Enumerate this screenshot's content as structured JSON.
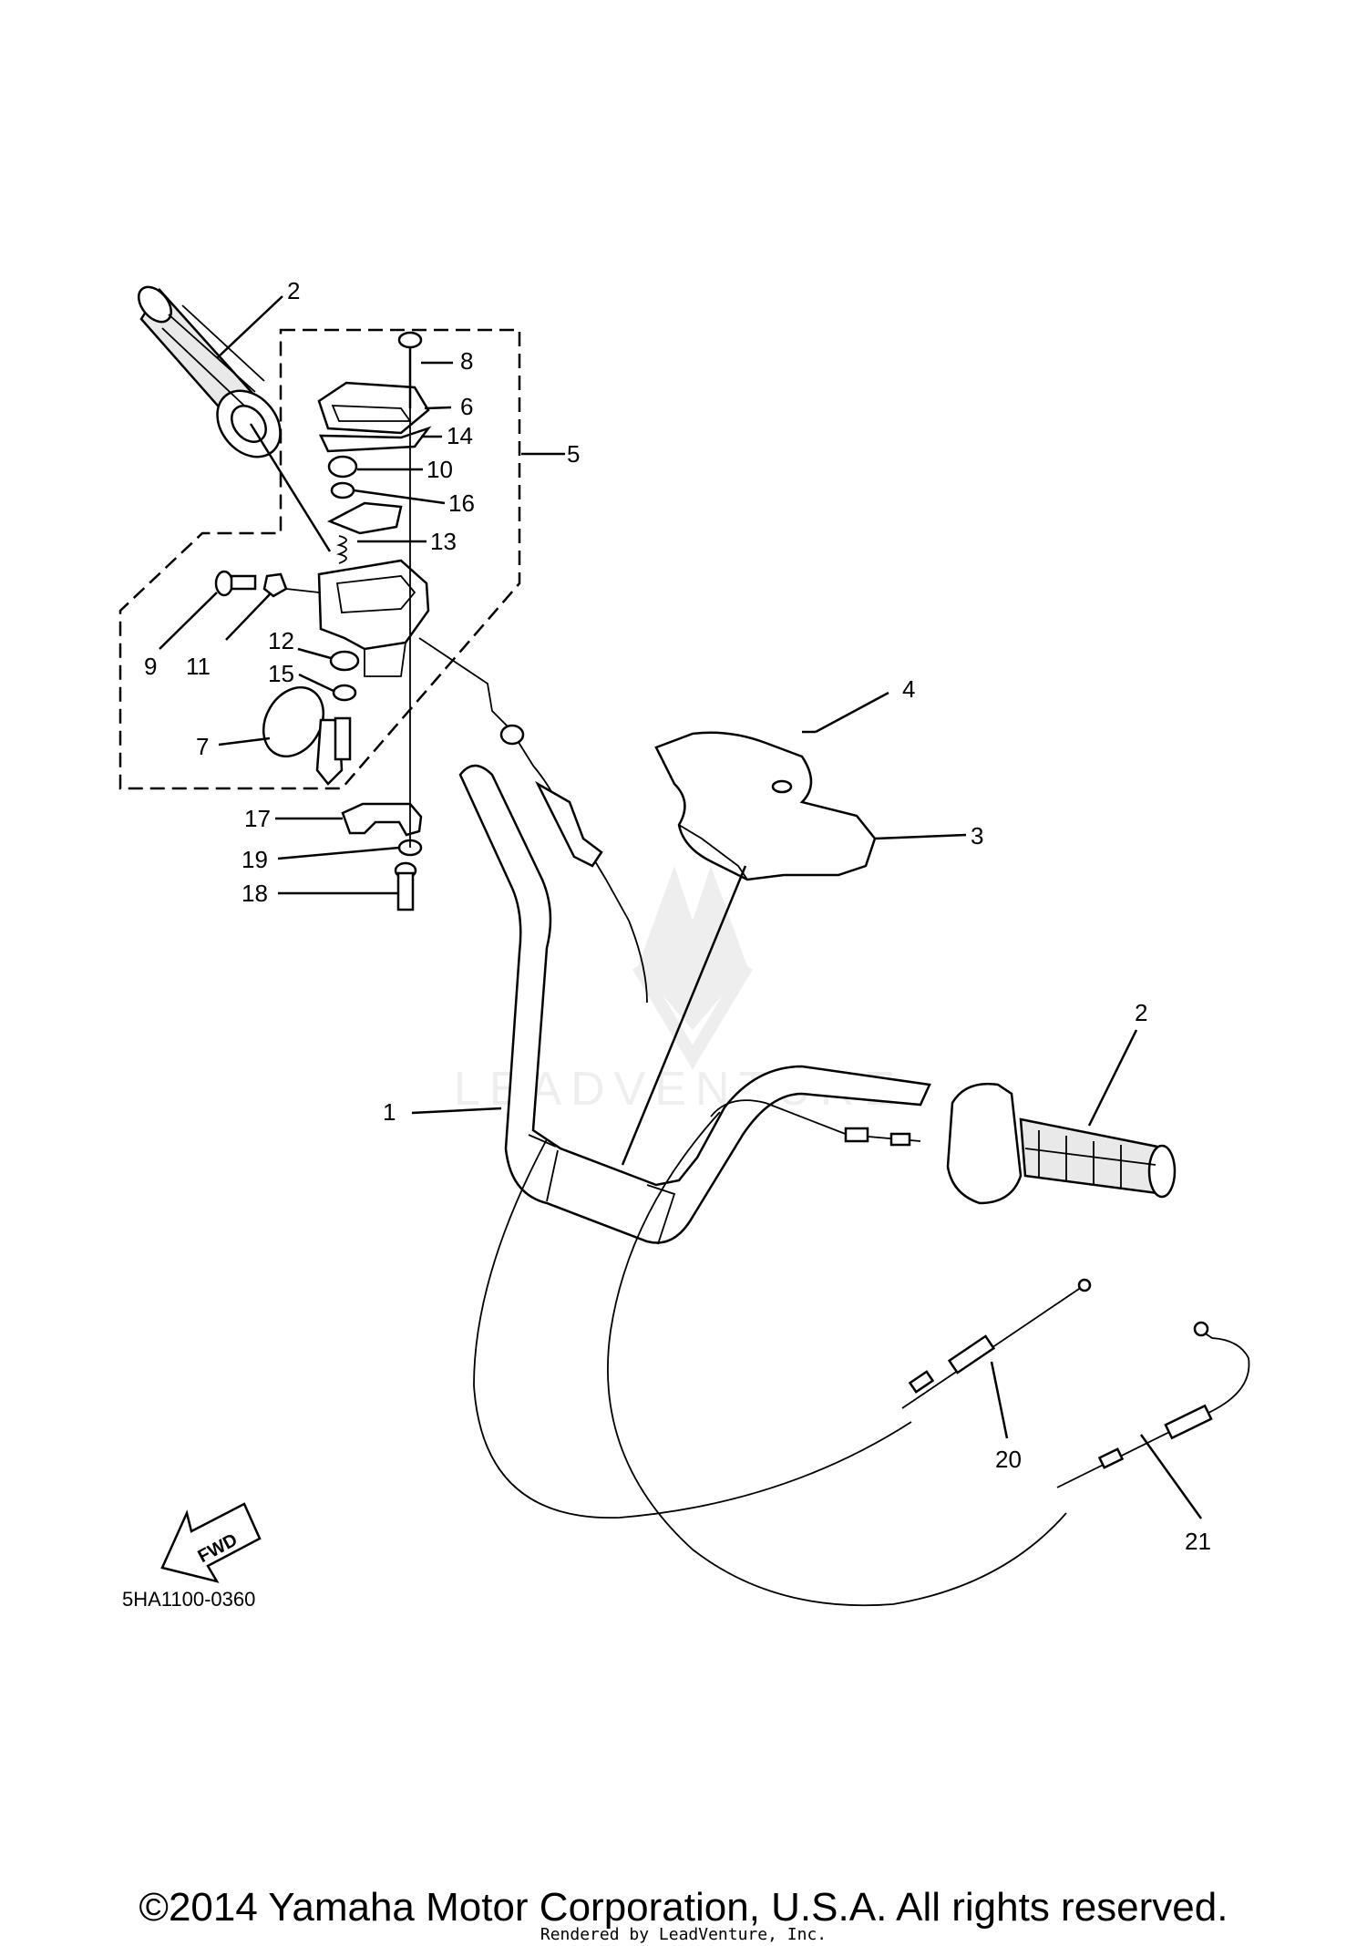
{
  "diagram": {
    "code": "5HA1100-0360",
    "fwd_label": "FWD",
    "watermark": "LEADVENTURE",
    "callouts": {
      "c1": "1",
      "c2a": "2",
      "c2b": "2",
      "c3": "3",
      "c4": "4",
      "c5": "5",
      "c6": "6",
      "c7": "7",
      "c8": "8",
      "c9": "9",
      "c10": "10",
      "c11": "11",
      "c12": "12",
      "c13": "13",
      "c14": "14",
      "c15": "15",
      "c16": "16",
      "c17": "17",
      "c18": "18",
      "c19": "19",
      "c20": "20",
      "c21": "21"
    }
  },
  "footer": {
    "copyright": "©2014 Yamaha Motor Corporation, U.S.A. All rights reserved.",
    "rendered": "Rendered by LeadVenture, Inc."
  }
}
